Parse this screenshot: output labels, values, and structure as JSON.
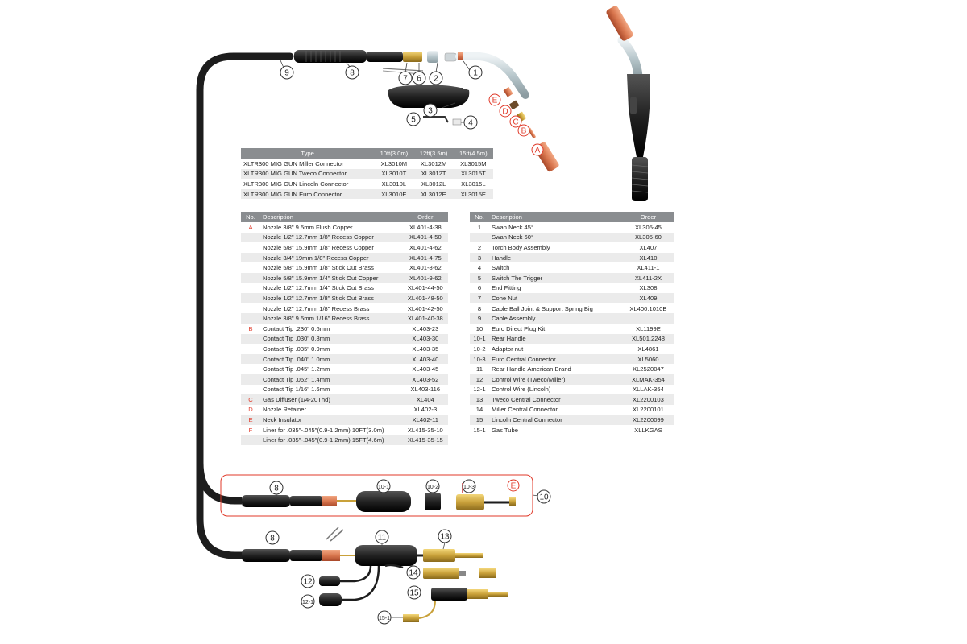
{
  "type_table": {
    "headers": [
      "Type",
      "10ft(3.0m)",
      "12ft(3.5m)",
      "15ft(4.5m)"
    ],
    "rows": [
      [
        "XLTR300 MIG GUN Miller Connector",
        "XL3010M",
        "XL3012M",
        "XL3015M"
      ],
      [
        "XLTR300 MIG GUN Tweco Connector",
        "XL3010T",
        "XL3012T",
        "XL3015T"
      ],
      [
        "XLTR300 MIG GUN Lincoln Connector",
        "XL3010L",
        "XL3012L",
        "XL3015L"
      ],
      [
        "XLTR300 MIG GUN Euro Connector",
        "XL3010E",
        "XL3012E",
        "XL3015E"
      ]
    ]
  },
  "parts_left": {
    "headers": [
      "No.",
      "Description",
      "Order"
    ],
    "rows": [
      [
        "A",
        "Nozzle  3/8\" 9.5mm Flush Copper",
        "XL401-4-38"
      ],
      [
        "",
        "Nozzle 1/2\" 12.7mm 1/8\" Recess Copper",
        "XL401-4-50"
      ],
      [
        "",
        "Nozzle 5/8\" 15.9mm 1/8\" Recess Copper",
        "XL401-4-62"
      ],
      [
        "",
        "Nozzle 3/4\" 19mm 1/8\" Recess Copper",
        "XL401-4-75"
      ],
      [
        "",
        "Nozzle  5/8\" 15.9mm 1/8\" Stick Out Brass",
        "XL401-8-62"
      ],
      [
        "",
        "Nozzle  5/8\" 15.9mm 1/4\" Stick Out Copper",
        "XL401-9-62"
      ],
      [
        "",
        "Nozzle  1/2\" 12.7mm 1/4\" Stick Out Brass",
        "XL401-44-50"
      ],
      [
        "",
        "Nozzle  1/2\" 12.7mm 1/8\" Stick Out Brass",
        "XL401-48-50"
      ],
      [
        "",
        "Nozzle  1/2\" 12.7mm 1/8\" Recess Brass",
        "XL401-42-50"
      ],
      [
        "",
        "Nozzle  3/8\" 9.5mm 1/16\" Recess Brass",
        "XL401-40-38"
      ],
      [
        "B",
        "Contact Tip .230\" 0.6mm",
        "XL403-23"
      ],
      [
        "",
        "Contact Tip .030\" 0.8mm",
        "XL403-30"
      ],
      [
        "",
        "Contact Tip .035\" 0.9mm",
        "XL403-35"
      ],
      [
        "",
        "Contact Tip .040\" 1.0mm",
        "XL403-40"
      ],
      [
        "",
        "Contact Tip .045\" 1.2mm",
        "XL403-45"
      ],
      [
        "",
        "Contact Tip .052\" 1.4mm",
        "XL403-52"
      ],
      [
        "",
        "Contact Tip 1/16\" 1.6mm",
        "XL403-116"
      ],
      [
        "C",
        "Gas Diffuser (1/4-20Thd)",
        "XL404"
      ],
      [
        "D",
        "Nozzle Retainer",
        "XL402-3"
      ],
      [
        "E",
        "Neck Insulator",
        "XL402-11"
      ],
      [
        "F",
        "Liner for .035\"-.045\"(0.9-1.2mm) 10FT(3.0m)",
        "XL415-35-10"
      ],
      [
        "",
        "Liner for .035\"-.045\"(0.9-1.2mm) 15FT(4.6m)",
        "XL415-35-15"
      ]
    ]
  },
  "parts_right": {
    "headers": [
      "No.",
      "Description",
      "Order"
    ],
    "rows": [
      [
        "1",
        "Swan Neck 45°",
        "XL305-45"
      ],
      [
        "",
        "Swan Neck 60°",
        "XL305-60"
      ],
      [
        "2",
        "Torch Body Assembly",
        "XL407"
      ],
      [
        "3",
        "Handle",
        "XL410"
      ],
      [
        "4",
        "Switch",
        "XL411-1"
      ],
      [
        "5",
        "Switch The Trigger",
        "XL411-2X"
      ],
      [
        "6",
        "End Fitting",
        "XL308"
      ],
      [
        "7",
        "Cone Nut",
        "XL409"
      ],
      [
        "8",
        "Cable Ball Joint & Support Spring Big",
        "XL400.1010B"
      ],
      [
        "9",
        "Cable Assembly",
        ""
      ],
      [
        "10",
        "Euro Direct Plug Kit",
        "XL1199E"
      ],
      [
        "10-1",
        "Rear Handle",
        "XL501.2248"
      ],
      [
        "10-2",
        "Adaptor nut",
        "XL4861"
      ],
      [
        "10-3",
        "Euro Central Connector",
        "XL5060"
      ],
      [
        "11",
        "Rear Handle American Brand",
        "XL2520047"
      ],
      [
        "12",
        "Control Wire (Tweco/Miller)",
        "XLMAK-354"
      ],
      [
        "12-1",
        "Control Wire (Lincoln)",
        "XLLAK-354"
      ],
      [
        "13",
        "Tweco Central Connector",
        "XL2200103"
      ],
      [
        "14",
        "Miller Central Connector",
        "XL2200101"
      ],
      [
        "15",
        "Lincoln Central Connector",
        "XL2200099"
      ],
      [
        "15-1",
        "Gas Tube",
        "XLLKGAS"
      ]
    ]
  },
  "callouts": {
    "c1": "1",
    "c2": "2",
    "c3": "3",
    "c4": "4",
    "c5": "5",
    "c6": "6",
    "c7": "7",
    "c8a": "8",
    "c9": "9",
    "cA": "A",
    "cB": "B",
    "cC": "C",
    "cD": "D",
    "cE": "E",
    "c8b": "8",
    "c10_1": "10-1",
    "c10_2": "10-2",
    "c10_3": "10-3",
    "cE2": "E",
    "c10": "10",
    "c8c": "8",
    "c11": "11",
    "c12": "12",
    "c12_1": "12-1",
    "c13": "13",
    "c14": "14",
    "c15": "15",
    "c15_1": "15-1"
  },
  "colors": {
    "accent_red": "#e03a2a",
    "header_gray": "#8a8d90",
    "row_alt": "#ebebeb",
    "copper": "#d9774f",
    "brass": "#c9a13a",
    "cable": "#1d1d1d"
  }
}
